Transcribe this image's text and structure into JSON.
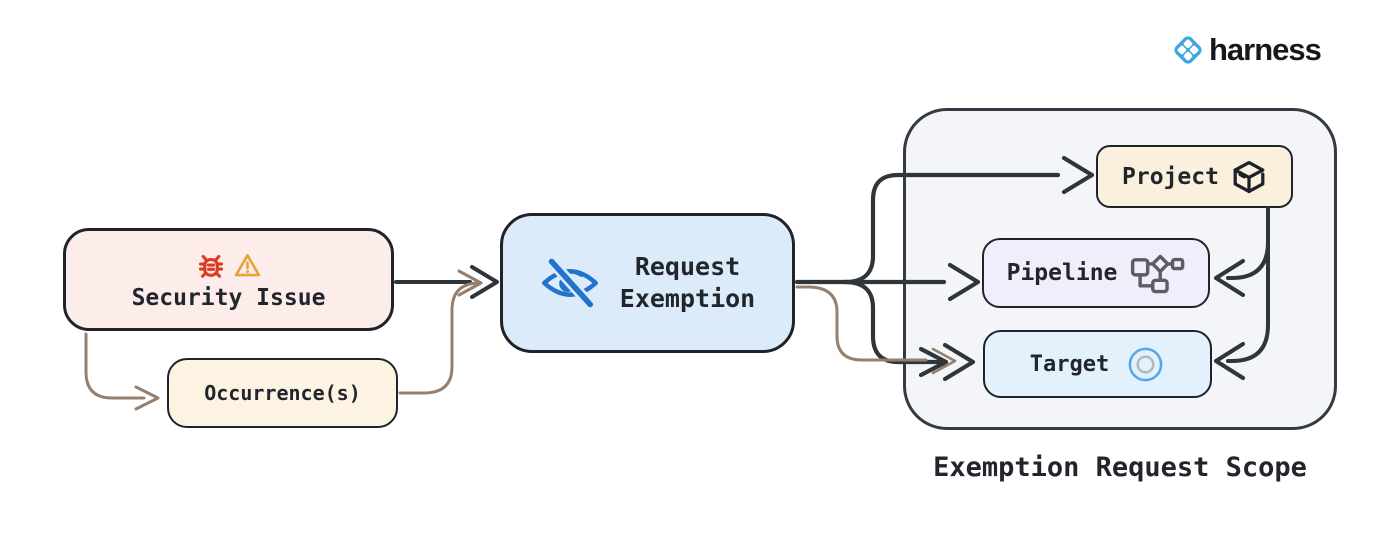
{
  "header": {
    "logo": {
      "icon": "harness-logo-icon",
      "brand": "harness"
    }
  },
  "diagram": {
    "nodes": {
      "security_issue": {
        "label": "Security Issue",
        "icons": [
          "bug-icon",
          "warning-icon"
        ]
      },
      "occurrence": {
        "label": "Occurrence(s)"
      },
      "request_exemption": {
        "label_line1": "Request",
        "label_line2": "Exemption",
        "icon": "eye-off-icon"
      },
      "project": {
        "label": "Project",
        "icon": "package-icon"
      },
      "pipeline": {
        "label": "Pipeline",
        "icon": "pipeline-flowchart-icon"
      },
      "target": {
        "label": "Target",
        "icon": "target-icon"
      }
    },
    "scope": {
      "title": "Exemption Request Scope"
    },
    "edges": [
      {
        "from": "security_issue",
        "to": "request_exemption",
        "color": "dark"
      },
      {
        "from": "security_issue",
        "to": "occurrence",
        "color": "brown"
      },
      {
        "from": "occurrence",
        "to": "request_exemption",
        "color": "brown"
      },
      {
        "from": "request_exemption",
        "to": "project",
        "color": "dark"
      },
      {
        "from": "request_exemption",
        "to": "pipeline",
        "color": "dark"
      },
      {
        "from": "request_exemption",
        "to": "target",
        "color": "dark"
      },
      {
        "from": "occurrence",
        "to": "target",
        "color": "brown"
      },
      {
        "from": "project",
        "to": "pipeline",
        "color": "dark"
      },
      {
        "from": "project",
        "to": "target",
        "color": "dark"
      }
    ],
    "colors": {
      "stroke_dark": "#2f353a",
      "stroke_brown": "#95806f",
      "security_bg": "#fcedea",
      "occurrence_bg": "#fdf3e2",
      "exemption_bg": "#dcebfa",
      "scope_bg": "#f4f5f8",
      "project_bg": "#faf0dd",
      "pipeline_bg": "#f1edfa",
      "target_bg": "#e2f1fc",
      "brand_blue": "#3fa7dc",
      "eye_blue": "#2273ce",
      "bug_red": "#dd3b24",
      "warning_orange": "#e8a23c",
      "pipeline_icon_gray": "#5a5e64",
      "target_ring_blue": "#55a6ec",
      "target_ring_gray": "#b4b8bd"
    }
  }
}
